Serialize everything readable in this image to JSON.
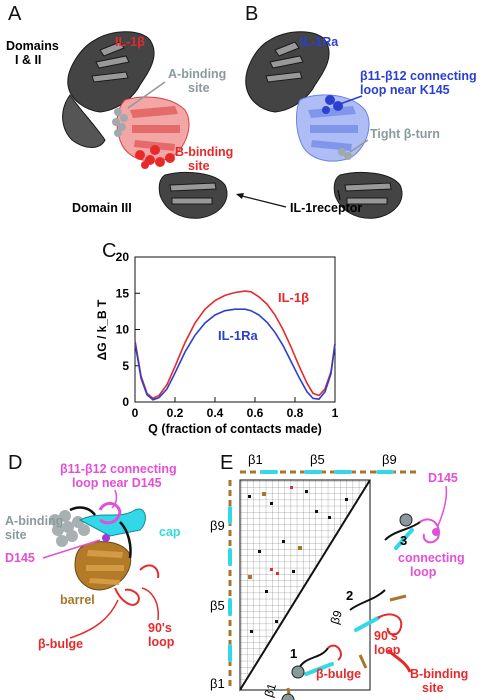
{
  "panels": {
    "A": {
      "letter": "A",
      "domains_12_line1": "Domains",
      "domains_12_line2": "I & II",
      "il1b": "IL-1β",
      "a_site_line1": "A-binding",
      "a_site_line2": "site",
      "b_site_line1": "B-binding",
      "b_site_line2": "site",
      "domain3": "Domain III"
    },
    "B": {
      "letter": "B",
      "il1ra": "IL-1Ra",
      "loop_line1": "β11-β12 connecting",
      "loop_line2": "loop near K145",
      "tight_turn": "Tight β-turn",
      "receptor": "IL-1receptor"
    },
    "C": {
      "letter": "C"
    },
    "D": {
      "letter": "D",
      "loop_line1": "β11-β12 connecting",
      "loop_line2": "loop near D145",
      "a_site_line1": "A-binding",
      "a_site_line2": "site",
      "cap": "cap",
      "d145": "D145",
      "barrel": "barrel",
      "bulge": "β-bulge",
      "loop90_line1": "90's",
      "loop90_line2": "loop"
    },
    "E": {
      "letter": "E",
      "top_ticks": [
        "β1",
        "β5",
        "β9"
      ],
      "left_ticks": [
        "β9",
        "β5",
        "β1"
      ],
      "d145": "D145",
      "conn_line1": "connecting",
      "conn_line2": "loop",
      "num1": "1",
      "num2": "2",
      "num3": "3",
      "beta9": "β9",
      "beta1": "β1",
      "bulge": "β-bulge",
      "loop90_line1": "90's",
      "loop90_line2": "loop",
      "bsite_line1": "B-binding",
      "bsite_line2": "site"
    }
  },
  "chart_data": {
    "type": "line",
    "xlabel": "Q (fraction of contacts made)",
    "ylabel": "ΔG / k_B T",
    "xlim": [
      0,
      1
    ],
    "ylim": [
      0,
      20
    ],
    "xticks": [
      "0",
      "0.2",
      "0.4",
      "0.6",
      "0.8",
      "1"
    ],
    "yticks": [
      "0",
      "5",
      "10",
      "15",
      "20"
    ],
    "grid": false,
    "series": [
      {
        "name": "IL-1β",
        "color": "#e8292a",
        "x": [
          0.0,
          0.03,
          0.06,
          0.09,
          0.12,
          0.16,
          0.2,
          0.25,
          0.3,
          0.35,
          0.4,
          0.45,
          0.5,
          0.55,
          0.58,
          0.62,
          0.66,
          0.7,
          0.74,
          0.78,
          0.82,
          0.86,
          0.89,
          0.92,
          0.95,
          0.98,
          1.0
        ],
        "y": [
          8.5,
          3.6,
          1.2,
          0.5,
          0.9,
          2.4,
          4.9,
          8.2,
          10.9,
          12.8,
          14.0,
          14.7,
          15.1,
          15.3,
          15.2,
          14.5,
          13.5,
          12.0,
          10.0,
          7.6,
          5.0,
          2.6,
          1.2,
          0.9,
          1.8,
          4.2,
          8.1
        ]
      },
      {
        "name": "IL-1Ra",
        "color": "#2b3fd1",
        "x": [
          0.0,
          0.03,
          0.06,
          0.09,
          0.12,
          0.16,
          0.2,
          0.25,
          0.3,
          0.35,
          0.4,
          0.45,
          0.5,
          0.55,
          0.58,
          0.62,
          0.66,
          0.7,
          0.74,
          0.78,
          0.82,
          0.86,
          0.89,
          0.92,
          0.95,
          0.98,
          1.0
        ],
        "y": [
          8.2,
          3.3,
          1.0,
          0.3,
          0.6,
          1.8,
          4.0,
          6.9,
          9.2,
          10.9,
          12.0,
          12.6,
          12.8,
          12.8,
          12.6,
          12.0,
          11.0,
          9.6,
          7.8,
          5.6,
          3.4,
          1.4,
          0.5,
          0.4,
          1.4,
          3.9,
          8.0
        ]
      }
    ]
  },
  "colors": {
    "il1b_red": "#e8292a",
    "il1ra_blue": "#2b3fd1",
    "light_blue": "#8ea4f0",
    "grey_site": "#8a9a9c",
    "magenta": "#e34fd8",
    "cyan": "#33d8e8",
    "brown": "#a8752a"
  }
}
